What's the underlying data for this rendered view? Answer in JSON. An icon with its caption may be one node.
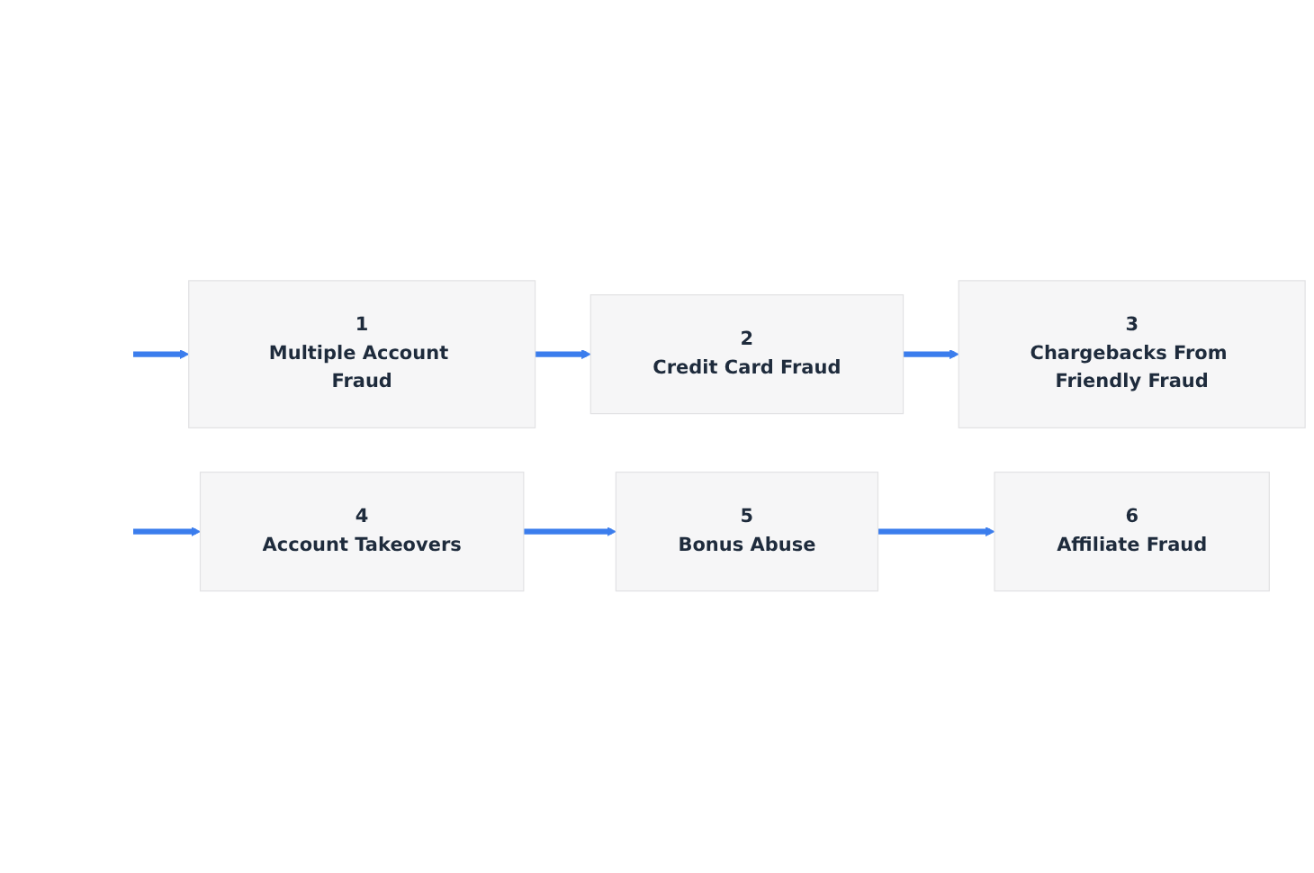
{
  "diagram": {
    "nodes": [
      {
        "text": [
          "1",
          "Multiple Account Fraud"
        ]
      },
      {
        "text": [
          "2",
          "Credit Card Fraud"
        ]
      },
      {
        "text": [
          "3",
          "Chargebacks From Friendly Fraud"
        ]
      },
      {
        "text": [
          "4",
          "Account Takeovers"
        ]
      },
      {
        "text": [
          "5",
          "Bonus Abuse"
        ]
      },
      {
        "text": [
          "6",
          "Affiliate Fraud"
        ]
      }
    ],
    "edges": [
      {
        "from": null,
        "to": 0,
        "arrow": "to"
      },
      {
        "from": 0,
        "to": 1,
        "arrow": "to"
      },
      {
        "from": 1,
        "to": 2,
        "arrow": "to"
      },
      {
        "from": null,
        "to": 3,
        "arrow": "to"
      },
      {
        "from": 3,
        "to": 4,
        "arrow": "to"
      },
      {
        "from": 4,
        "to": 5,
        "arrow": "to"
      }
    ]
  }
}
